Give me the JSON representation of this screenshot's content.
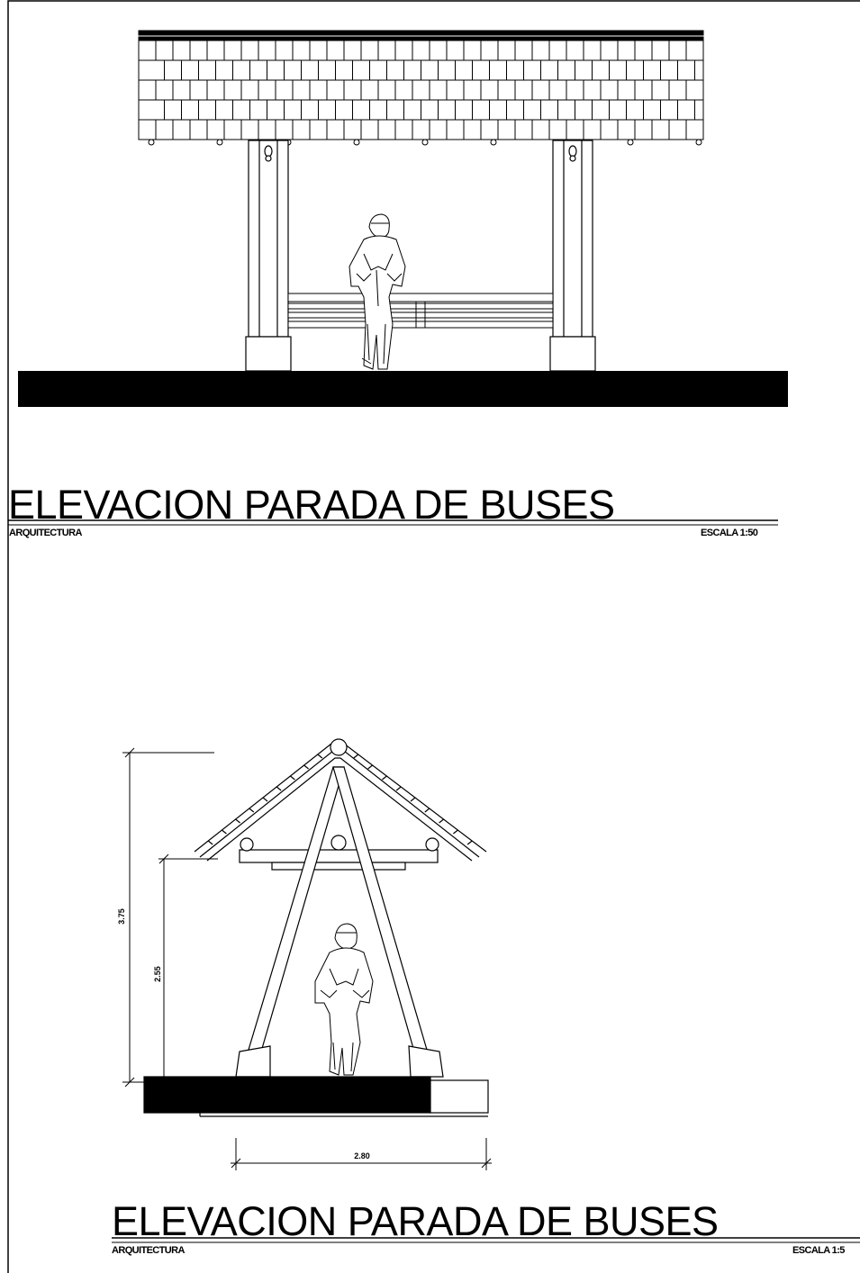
{
  "drawing_1": {
    "title": "ELEVACION PARADA DE BUSES",
    "discipline": "ARQUITECTURA",
    "scale": "ESCALA 1:50"
  },
  "drawing_2": {
    "title": "ELEVACION PARADA DE BUSES",
    "discipline": "ARQUITECTURA",
    "scale": "ESCALA 1:5",
    "dimensions": {
      "total_height": "3.75",
      "eave_height": "2.55",
      "base_width": "2.80"
    }
  }
}
